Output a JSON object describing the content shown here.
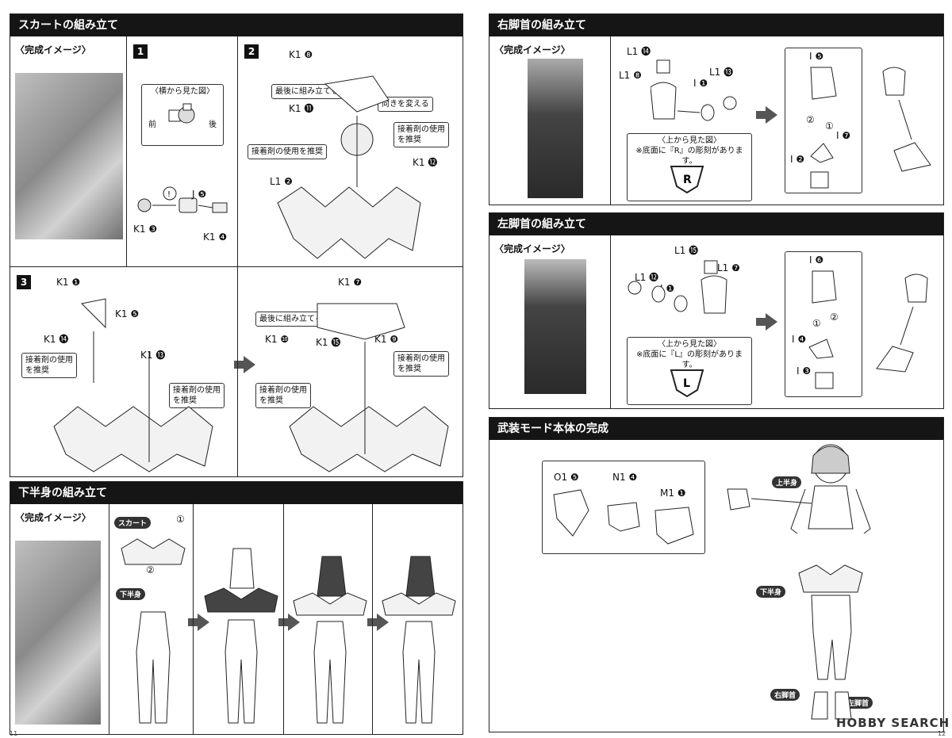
{
  "left": {
    "skirt": {
      "title": "スカートの組み立て",
      "caption": "〈完成イメージ〉",
      "step1": {
        "num": "1",
        "side_view": "〈横から見た図〉",
        "front": "前",
        "back": "後",
        "parts": [
          "J ❺",
          "K1 ❸",
          "K1 ❹"
        ]
      },
      "step2": {
        "num": "2",
        "parts": [
          "K1 ❽",
          "K1 ⓫",
          "L1 ❷",
          "K1 ⓬"
        ],
        "notes": [
          "最後に組み立てる",
          "向きを変える",
          "接着剤の使用\nを推奨",
          "接着剤の使用を推奨"
        ]
      },
      "step3": {
        "num": "3",
        "parts_a": [
          "K1 ❶",
          "K1 ❺",
          "K1 ⓮",
          "K1 ⓭"
        ],
        "notes_a": [
          "接着剤の使用\nを推奨",
          "接着剤の使用\nを推奨"
        ],
        "parts_b": [
          "K1 ❼",
          "K1 ❿",
          "K1 ⓯",
          "K1 ❾"
        ],
        "notes_b": [
          "最後に組み立てる",
          "接着剤の使用\nを推奨",
          "接着剤の使用\nを推奨"
        ]
      }
    },
    "lower": {
      "title": "下半身の組み立て",
      "caption": "〈完成イメージ〉",
      "skirt_label": "スカート",
      "lower_label": "下半身",
      "nums": [
        "①",
        "②"
      ]
    },
    "page_number": "11"
  },
  "right": {
    "right_ankle": {
      "title": "右脚首の組み立て",
      "caption": "〈完成イメージ〉",
      "parts": [
        "L1 ⓮",
        "L1 ❽",
        "I ❶",
        "L1 ⓭"
      ],
      "top_view": "〈上から見た図〉",
      "engraving": "※底面に『R』の彫刻があります。",
      "parts_b": [
        "I ❺",
        "I ❷",
        "I ❼"
      ],
      "nums": [
        "②",
        "①"
      ]
    },
    "left_ankle": {
      "title": "左脚首の組み立て",
      "caption": "〈完成イメージ〉",
      "parts": [
        "L1 ⓯",
        "L1 ❼",
        "L1 ⓬",
        "I ❶"
      ],
      "top_view": "〈上から見た図〉",
      "engraving": "※底面に『L』の彫刻があります。",
      "parts_b": [
        "I ❻",
        "I ❹",
        "I ❸"
      ],
      "nums": [
        "①",
        "②"
      ]
    },
    "complete": {
      "title": "武装モード本体の完成",
      "parts": [
        "O1 ❺",
        "N1 ❹",
        "M1 ❶"
      ],
      "upper_label": "上半身",
      "lower_label": "下半身",
      "right_ankle_label": "右脚首",
      "left_ankle_label": "左脚首"
    },
    "page_number": "12",
    "watermark": "HOBBY SEARCH"
  }
}
